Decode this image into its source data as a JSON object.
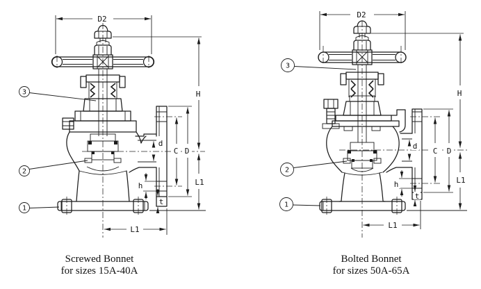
{
  "colors": {
    "line": "#1c1c1c",
    "background": "#ffffff"
  },
  "dims": {
    "d2": "D2",
    "H": "H",
    "C": "C",
    "D": "D",
    "d": "d",
    "h": "h",
    "t": "t",
    "L1": "L1"
  },
  "balloons": {
    "n1": "1",
    "n2": "2",
    "n3": "3"
  },
  "captions": {
    "left": {
      "line1": "Screwed Bonnet",
      "line2": "for sizes 15A-40A"
    },
    "right": {
      "line1": "Bolted Bonnet",
      "line2": "for sizes 50A-65A"
    }
  }
}
